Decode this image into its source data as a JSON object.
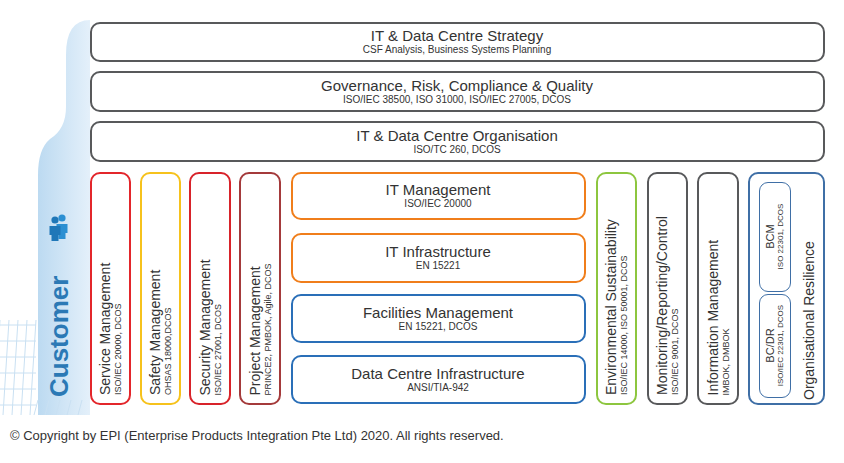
{
  "diagram": {
    "caption": "© Copyright by EPI (Enterprise Products Integration Pte Ltd) 2020. All rights reserved.",
    "nodes": [
      {
        "text": [
          "Customer"
        ]
      },
      {
        "text": [
          "IT & Data Centre Strategy",
          "CSF Analysis, Business Systems Planning"
        ]
      },
      {
        "text": [
          "Governance, Risk, Compliance & Quality",
          "ISO/IEC 38500, ISO 31000, ISO/IEC 27005, DCOS"
        ]
      },
      {
        "text": [
          "IT & Data Centre Organisation",
          "ISO/TC 260, DCOS"
        ]
      },
      {
        "text": [
          "Service Management",
          "ISO/IEC 20000, DCOS"
        ]
      },
      {
        "text": [
          "Safety Management",
          "OHSAS 18000,DCOS"
        ]
      },
      {
        "text": [
          "Security Management",
          "ISO/IEC 27001, DCOS"
        ]
      },
      {
        "text": [
          "Project Management",
          "PRINCE2, PMBOK, Agile, DCOS"
        ]
      },
      {
        "text": [
          "IT Management",
          "ISO/IEC 20000"
        ]
      },
      {
        "text": [
          "IT Infrastructure",
          "EN 15221"
        ]
      },
      {
        "text": [
          "Facilities Management",
          "EN 15221, DCOS"
        ]
      },
      {
        "text": [
          "Data Centre Infrastructure",
          "ANSI/TIA-942"
        ]
      },
      {
        "text": [
          "Environmental Sustainability",
          "ISO/IEC 14000, ISO 50001, DCOS"
        ]
      },
      {
        "text": [
          "Monitoring/Reporting/Control",
          "ISO/IEC 9001, DCOS"
        ]
      },
      {
        "text": [
          "Information Management",
          "IMBOK, DMBOK"
        ]
      },
      {
        "text": [
          "Organisational Resilience"
        ]
      },
      {
        "text": [
          "BCM",
          "ISO 22301, DCOS"
        ],
        "in": 15
      },
      {
        "text": [
          "BC/DR",
          "ISO/IEC 22301, DCOS"
        ],
        "in": 15
      }
    ]
  }
}
